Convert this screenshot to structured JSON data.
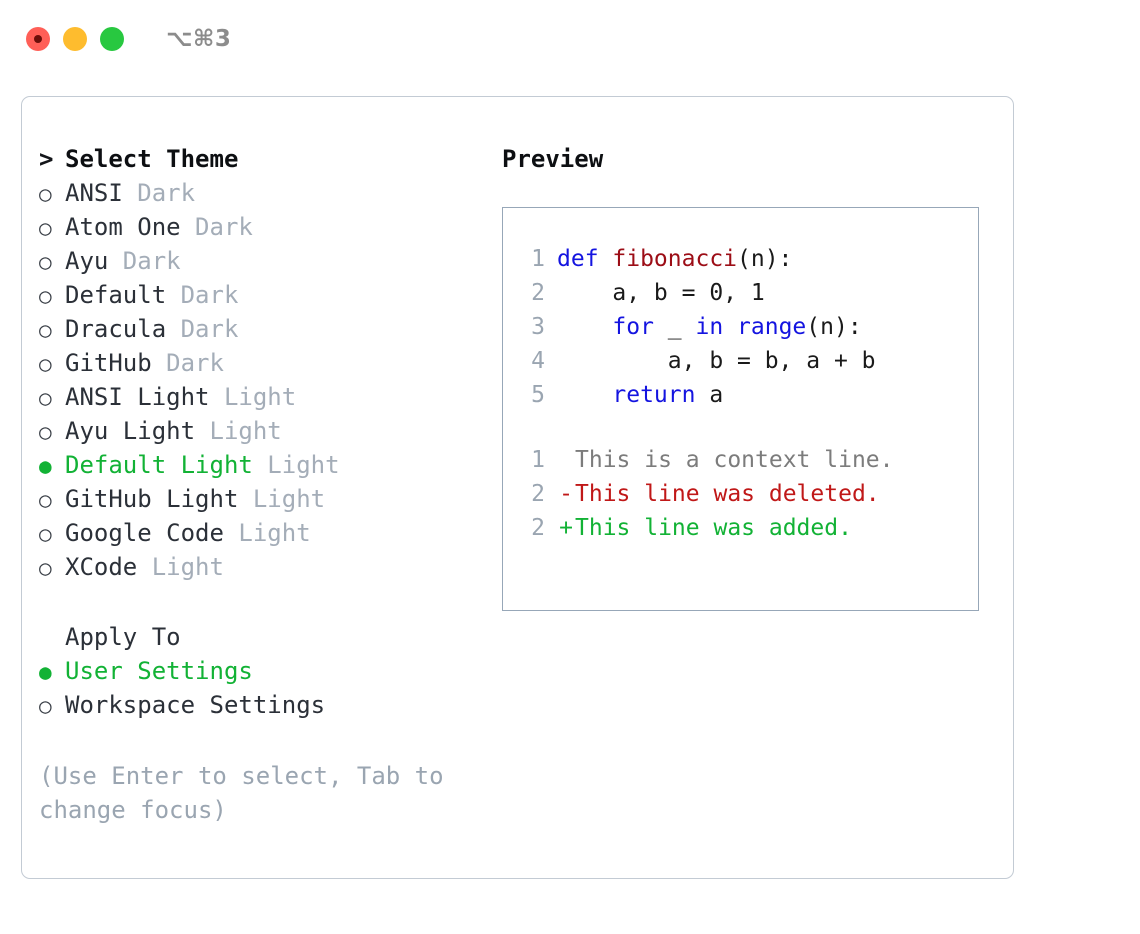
{
  "titlebar": {
    "lights": [
      {
        "name": "close",
        "color": "#ff5f57"
      },
      {
        "name": "minimize",
        "color": "#febc2e"
      },
      {
        "name": "maximize",
        "color": "#28c840"
      }
    ],
    "shortcut": "⌥⌘3"
  },
  "theme_list": {
    "header_marker": ">",
    "header": "Select Theme",
    "items": [
      {
        "marker": "○",
        "name": "ANSI",
        "tag": "Dark",
        "selected": false
      },
      {
        "marker": "○",
        "name": "Atom One",
        "tag": "Dark",
        "selected": false
      },
      {
        "marker": "○",
        "name": "Ayu",
        "tag": "Dark",
        "selected": false
      },
      {
        "marker": "○",
        "name": "Default",
        "tag": "Dark",
        "selected": false
      },
      {
        "marker": "○",
        "name": "Dracula",
        "tag": "Dark",
        "selected": false
      },
      {
        "marker": "○",
        "name": "GitHub",
        "tag": "Dark",
        "selected": false
      },
      {
        "marker": "○",
        "name": "ANSI Light",
        "tag": "Light",
        "selected": false
      },
      {
        "marker": "○",
        "name": "Ayu Light",
        "tag": "Light",
        "selected": false
      },
      {
        "marker": "●",
        "name": "Default Light",
        "tag": "Light",
        "selected": true
      },
      {
        "marker": "○",
        "name": "GitHub Light",
        "tag": "Light",
        "selected": false
      },
      {
        "marker": "○",
        "name": "Google Code",
        "tag": "Light",
        "selected": false
      },
      {
        "marker": "○",
        "name": "XCode",
        "tag": "Light",
        "selected": false
      }
    ]
  },
  "apply_to": {
    "header": "Apply To",
    "items": [
      {
        "marker": "●",
        "name": "User Settings",
        "selected": true
      },
      {
        "marker": "○",
        "name": "Workspace Settings",
        "selected": false
      }
    ]
  },
  "hint": "(Use Enter to select, Tab to change focus)",
  "preview": {
    "title": "Preview",
    "code_lines": [
      {
        "number": "1",
        "tokens": [
          {
            "text": "def ",
            "kind": "kw"
          },
          {
            "text": "fibonacci",
            "kind": "fn"
          },
          {
            "text": "(n):",
            "kind": "txt"
          }
        ]
      },
      {
        "number": "2",
        "tokens": [
          {
            "text": "    a, b = 0, 1",
            "kind": "txt"
          }
        ]
      },
      {
        "number": "3",
        "tokens": [
          {
            "text": "    ",
            "kind": "txt"
          },
          {
            "text": "for",
            "kind": "kw"
          },
          {
            "text": " _ ",
            "kind": "txt"
          },
          {
            "text": "in",
            "kind": "kw"
          },
          {
            "text": " ",
            "kind": "txt"
          },
          {
            "text": "range",
            "kind": "kw"
          },
          {
            "text": "(n):",
            "kind": "txt"
          }
        ]
      },
      {
        "number": "4",
        "tokens": [
          {
            "text": "        a, b = b, a + b",
            "kind": "txt"
          }
        ]
      },
      {
        "number": "5",
        "tokens": [
          {
            "text": "    ",
            "kind": "txt"
          },
          {
            "text": "return",
            "kind": "kw"
          },
          {
            "text": " a",
            "kind": "txt"
          }
        ]
      }
    ],
    "diff_lines": [
      {
        "number": "1",
        "mark": " ",
        "text": "This is a context line.",
        "kind": "ctx"
      },
      {
        "number": "2",
        "mark": "-",
        "text": "This line was deleted.",
        "kind": "del"
      },
      {
        "number": "2",
        "mark": "+",
        "text": "This line was added.",
        "kind": "add"
      }
    ]
  },
  "colors": {
    "accent_green": "#12b235",
    "muted": "#a4adb8",
    "keyword": "#1414e0",
    "function": "#9c0d16",
    "diff_deleted": "#c01818",
    "diff_added": "#12b235",
    "border": "#97a7b8"
  }
}
